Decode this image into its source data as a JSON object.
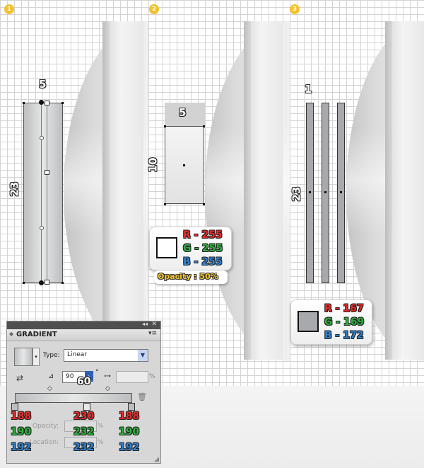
{
  "steps": [
    "1",
    "2",
    "3"
  ],
  "step1": {
    "width_label": "5",
    "height_label": "23"
  },
  "step2": {
    "width_label": "5",
    "height_label": "10",
    "color": {
      "r": "R - 255",
      "g": "G - 255",
      "b": "B - 255",
      "opacity": "Opacity : 50%",
      "swatch": "#ffffff"
    }
  },
  "step3": {
    "width_label": "1",
    "height_label": "23",
    "color": {
      "r": "R - 167",
      "g": "G - 169",
      "b": "B - 172",
      "swatch": "#a7a9ac"
    }
  },
  "gradient_panel": {
    "title": "GRADIENT",
    "type_label": "Type:",
    "type_value": "Linear",
    "angle_value": "90",
    "angle_unit": "°",
    "aspect_unit": "%",
    "opacity_label": "Opacity:",
    "location_label": "Location:",
    "percent": "%",
    "overlay_angle": "60",
    "stops": [
      {
        "r": "188",
        "g": "190",
        "b": "192",
        "color": "#bcbec0"
      },
      {
        "r": "230",
        "g": "232",
        "b": "232",
        "color": "#e6e8e8"
      },
      {
        "r": "188",
        "g": "190",
        "b": "192",
        "color": "#bcbec0"
      }
    ]
  },
  "colors": {
    "step_badge": "#f3c12a",
    "red_text": "#ee2a2a",
    "green_text": "#2bb23a",
    "blue_text": "#2f84d4",
    "opacity_text": "#f5c623"
  }
}
